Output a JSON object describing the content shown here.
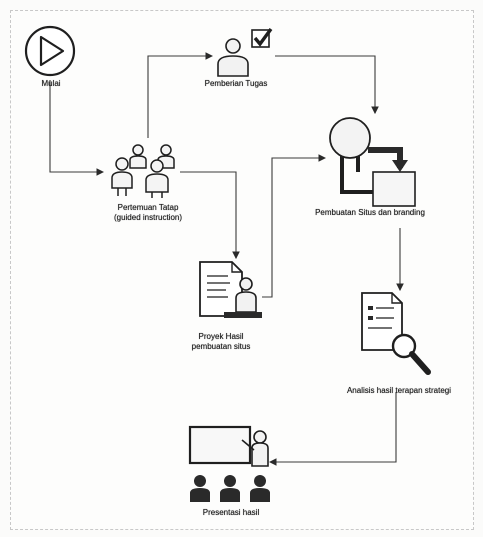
{
  "nodes": {
    "start": {
      "label": "Mulai",
      "icon": "play-icon"
    },
    "task_assignment": {
      "label": "Pemberian Tugas",
      "icon": "teacher-with-checkbox-icon"
    },
    "guided_meeting": {
      "label_line1": "Pertemuan Tatap",
      "label_line2": "(guided instruction)",
      "icon": "group-meeting-icon"
    },
    "site_creation": {
      "label": "Pembuatan Situs dan branding",
      "icon": "globe-gear-icon"
    },
    "project_result": {
      "label_line1": "Proyek Hasil",
      "label_line2": "pembuatan situs",
      "icon": "document-with-person-icon"
    },
    "strategy_analysis": {
      "label": "Analisis hasil terapan strategi",
      "icon": "document-magnifier-icon"
    },
    "presentation": {
      "label": "Presentasi hasil",
      "icon": "presenter-audience-icon"
    }
  },
  "colors": {
    "stroke": "#1f1f1f",
    "connector": "#3a3a3a",
    "fill_light": "#f2f2f2",
    "fill_dark": "#2a2a2a"
  }
}
